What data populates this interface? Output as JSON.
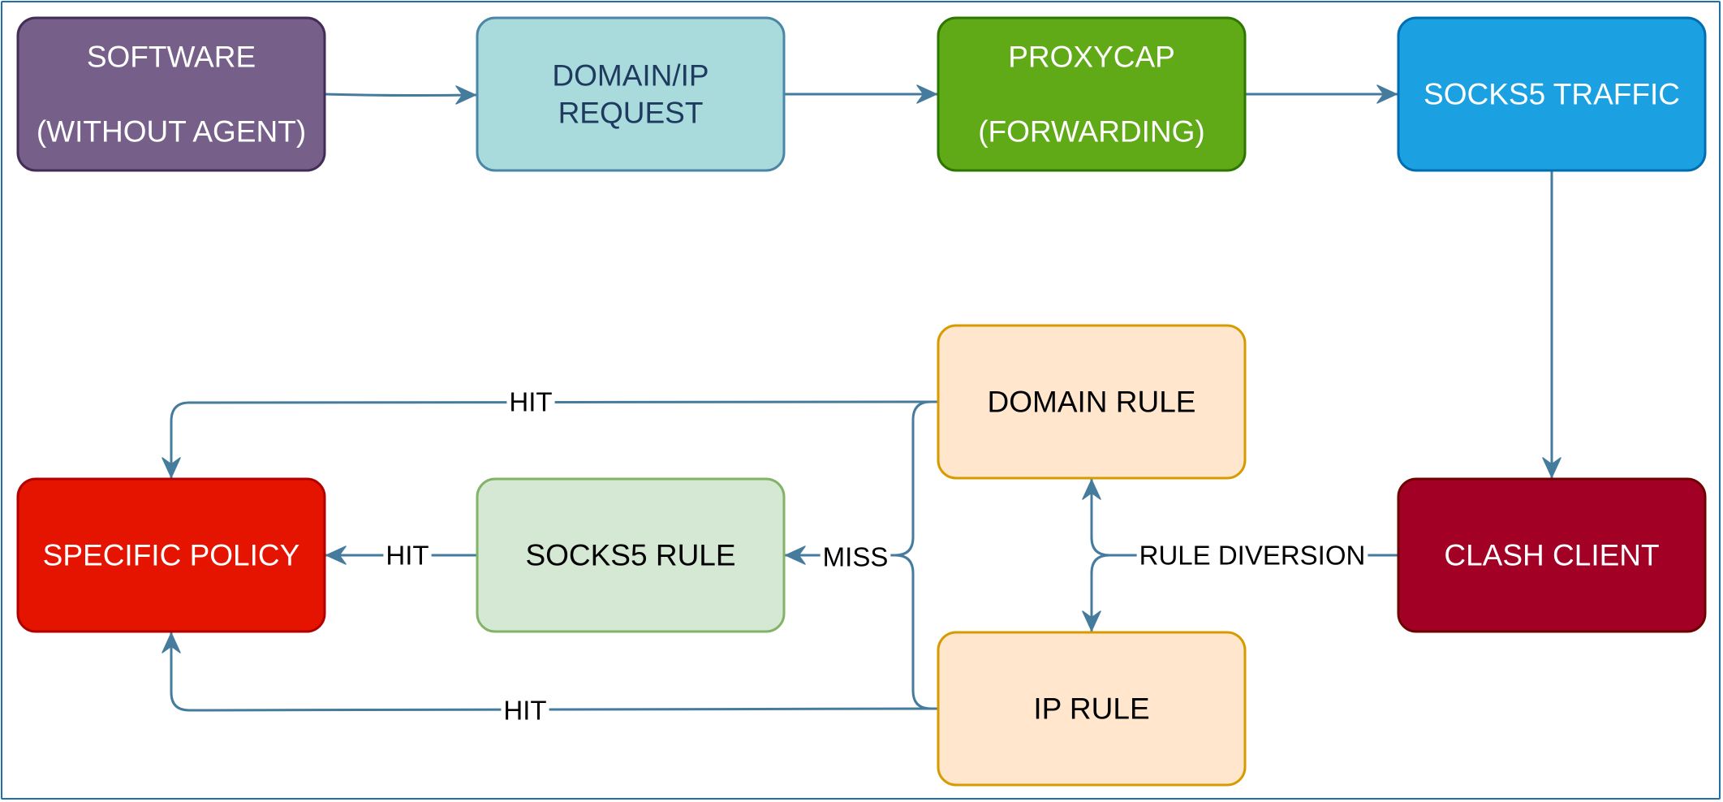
{
  "diagram": {
    "nodes": {
      "software": {
        "lines": [
          "SOFTWARE",
          "(WITHOUT AGENT)"
        ],
        "fill": "#76608a",
        "stroke": "#432d57",
        "text": "#ffffff"
      },
      "domain_ip_request": {
        "lines": [
          "DOMAIN/IP",
          "REQUEST"
        ],
        "fill": "#a9dadc",
        "stroke": "#4a87a6",
        "text": "#1f3a5f"
      },
      "proxycap": {
        "lines": [
          "PROXYCAP",
          "(FORWARDING)"
        ],
        "fill": "#60a917",
        "stroke": "#2d7600",
        "text": "#ffffff"
      },
      "socks5_traffic": {
        "lines": [
          "SOCKS5 TRAFFIC"
        ],
        "fill": "#1ba1e2",
        "stroke": "#006eaf",
        "text": "#ffffff"
      },
      "domain_rule": {
        "lines": [
          "DOMAIN RULE"
        ],
        "fill": "#ffe6cc",
        "stroke": "#d79b00",
        "text": "#000000"
      },
      "specific_policy": {
        "lines": [
          "SPECIFIC POLICY"
        ],
        "fill": "#e51400",
        "stroke": "#b20000",
        "text": "#ffffff"
      },
      "socks5_rule": {
        "lines": [
          "SOCKS5 RULE"
        ],
        "fill": "#d5e8d4",
        "stroke": "#82b366",
        "text": "#000000"
      },
      "clash_client": {
        "lines": [
          "CLASH CLIENT"
        ],
        "fill": "#a20025",
        "stroke": "#6f0000",
        "text": "#ffffff"
      },
      "ip_rule": {
        "lines": [
          "IP RULE"
        ],
        "fill": "#ffe6cc",
        "stroke": "#d79b00",
        "text": "#000000"
      }
    },
    "edge_labels": {
      "hit_domain": "HIT",
      "hit_socks5": "HIT",
      "miss": "MISS",
      "rule_diversion": "RULE DIVERSION",
      "hit_ip": "HIT"
    },
    "edge_color": "#457b9d",
    "frame_color": "#1f6fa8"
  }
}
